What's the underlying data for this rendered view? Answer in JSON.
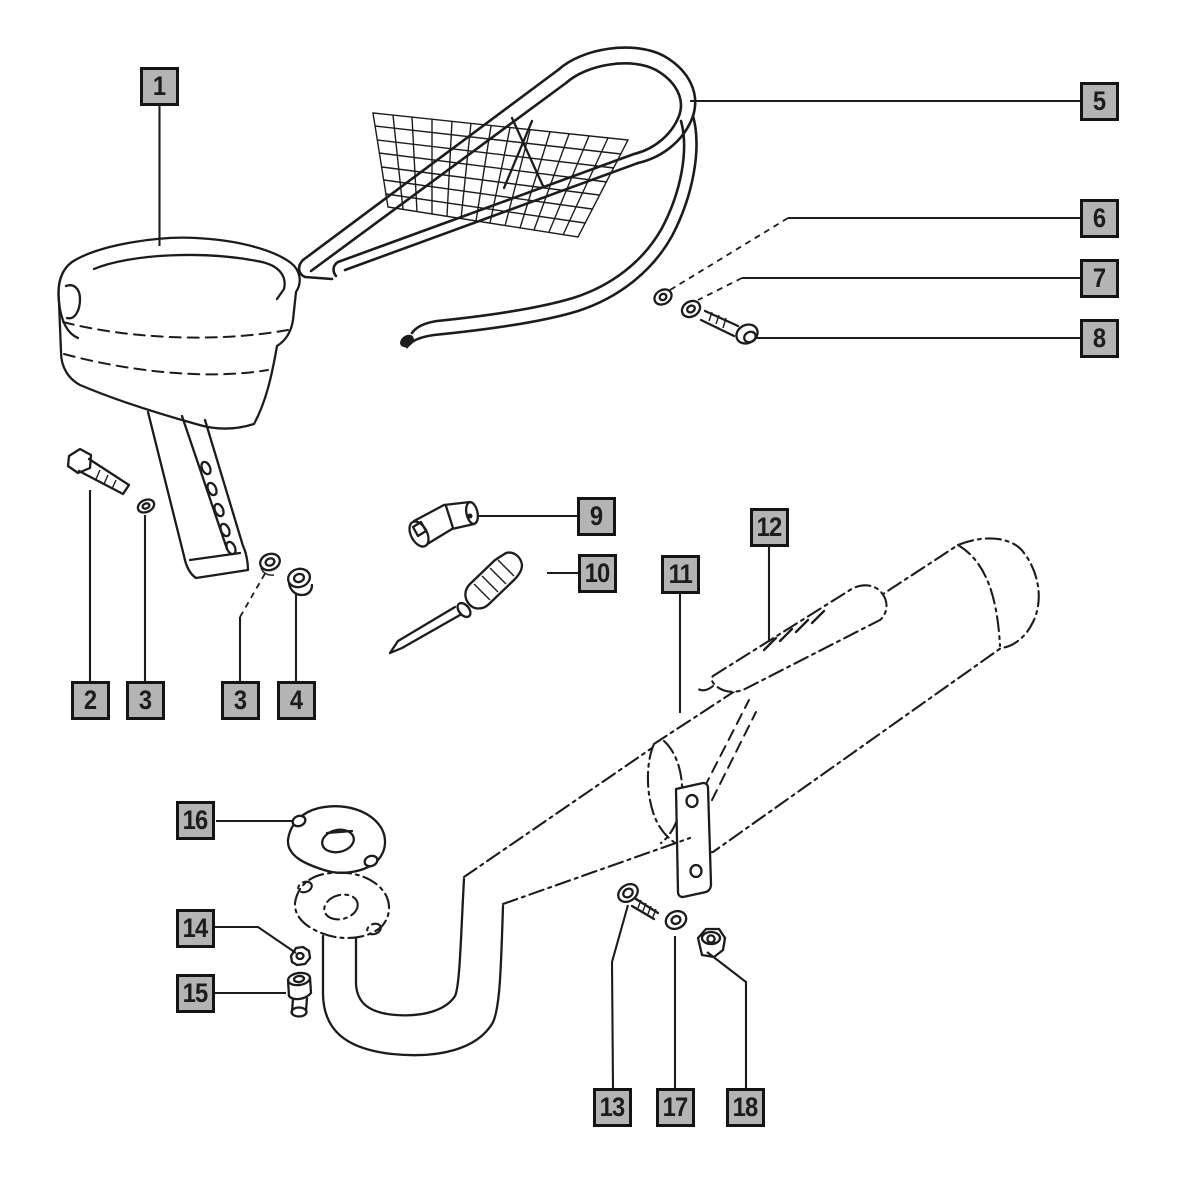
{
  "figure": {
    "background": "#ffffff",
    "line_color": "#1c1c1c",
    "label_fill": "#b4b4b4",
    "label_border": "#141414",
    "label_text": "#1c1c1c"
  },
  "callouts": {
    "c1": "1",
    "c2": "2",
    "c3a": "3",
    "c3b": "3",
    "c4": "4",
    "c5": "5",
    "c6": "6",
    "c7": "7",
    "c8": "8",
    "c9": "9",
    "c10": "10",
    "c11": "11",
    "c12": "12",
    "c13": "13",
    "c14": "14",
    "c15": "15",
    "c16": "16",
    "c17": "17",
    "c18": "18"
  }
}
